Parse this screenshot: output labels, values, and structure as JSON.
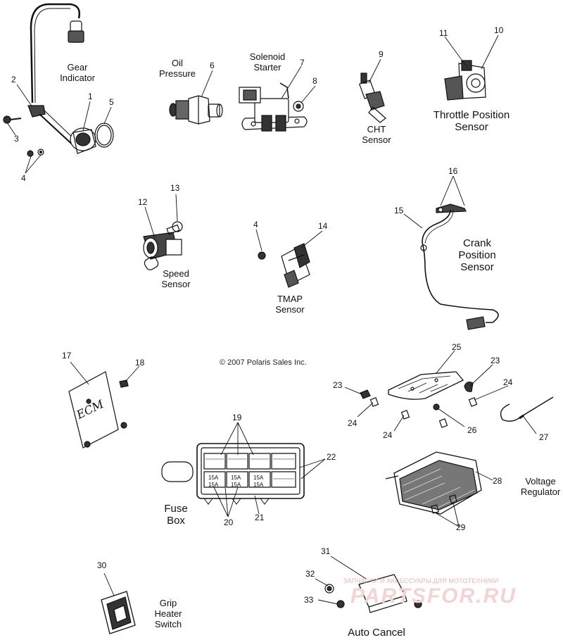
{
  "labels": {
    "gear_indicator": [
      "Gear",
      "Indicator"
    ],
    "oil_pressure": [
      "Oil",
      "Pressure"
    ],
    "solenoid_starter": [
      "Solenoid",
      "Starter"
    ],
    "cht_sensor": [
      "CHT",
      "Sensor"
    ],
    "throttle_position_sensor": [
      "Throttle Position",
      "Sensor"
    ],
    "speed_sensor": [
      "Speed",
      "Sensor"
    ],
    "tmap_sensor": [
      "TMAP",
      "Sensor"
    ],
    "crank_position_sensor": [
      "Crank",
      "Position",
      "Sensor"
    ],
    "fuse_box": [
      "Fuse",
      "Box"
    ],
    "voltage_regulator": [
      "Voltage",
      "Regulator"
    ],
    "grip_heater_switch": [
      "Grip",
      "Heater",
      "Switch"
    ],
    "auto_cancel": "Auto Cancel",
    "ecm_text": "ECM"
  },
  "copyright": "© 2007 Polaris Sales Inc.",
  "fuse_ratings": [
    "15A",
    "15A",
    "15A",
    "15A",
    "15A",
    "15A"
  ],
  "callouts": [
    "1",
    "2",
    "3",
    "4",
    "4",
    "5",
    "6",
    "7",
    "8",
    "9",
    "10",
    "11",
    "12",
    "13",
    "14",
    "15",
    "16",
    "17",
    "18",
    "19",
    "20",
    "21",
    "22",
    "23",
    "23",
    "24",
    "24",
    "24",
    "25",
    "26",
    "27",
    "28",
    "29",
    "30",
    "31",
    "32",
    "33"
  ],
  "watermark": {
    "line": "ЗАПЧАСТИ И АКСЕССУАРЫ ДЛЯ МОТОТЕХНИКИ",
    "brand": "PARTSFOR.RU"
  }
}
